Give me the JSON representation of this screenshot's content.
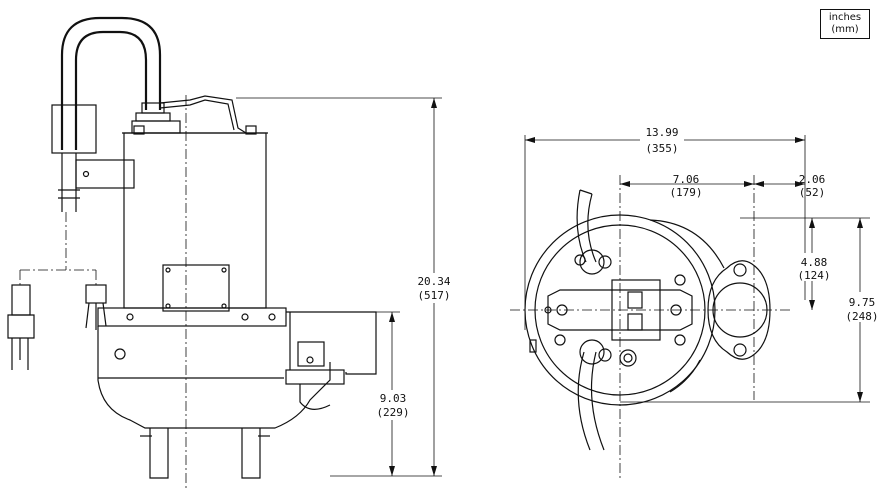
{
  "units": {
    "primary": "inches",
    "secondary": "(mm)"
  },
  "side_view": {
    "overall_height": {
      "inches": "20.34",
      "mm": "(517)"
    },
    "discharge_height": {
      "inches": "9.03",
      "mm": "(229)"
    }
  },
  "top_view": {
    "overall_width": {
      "inches": "13.99",
      "mm": "(355)"
    },
    "center_to_discharge": {
      "inches": "7.06",
      "mm": "(179)"
    },
    "discharge_offset": {
      "inches": "2.06",
      "mm": "(52)"
    },
    "discharge_to_center": {
      "inches": "4.88",
      "mm": "(124)"
    },
    "overall_depth": {
      "inches": "9.75",
      "mm": "(248)"
    }
  }
}
